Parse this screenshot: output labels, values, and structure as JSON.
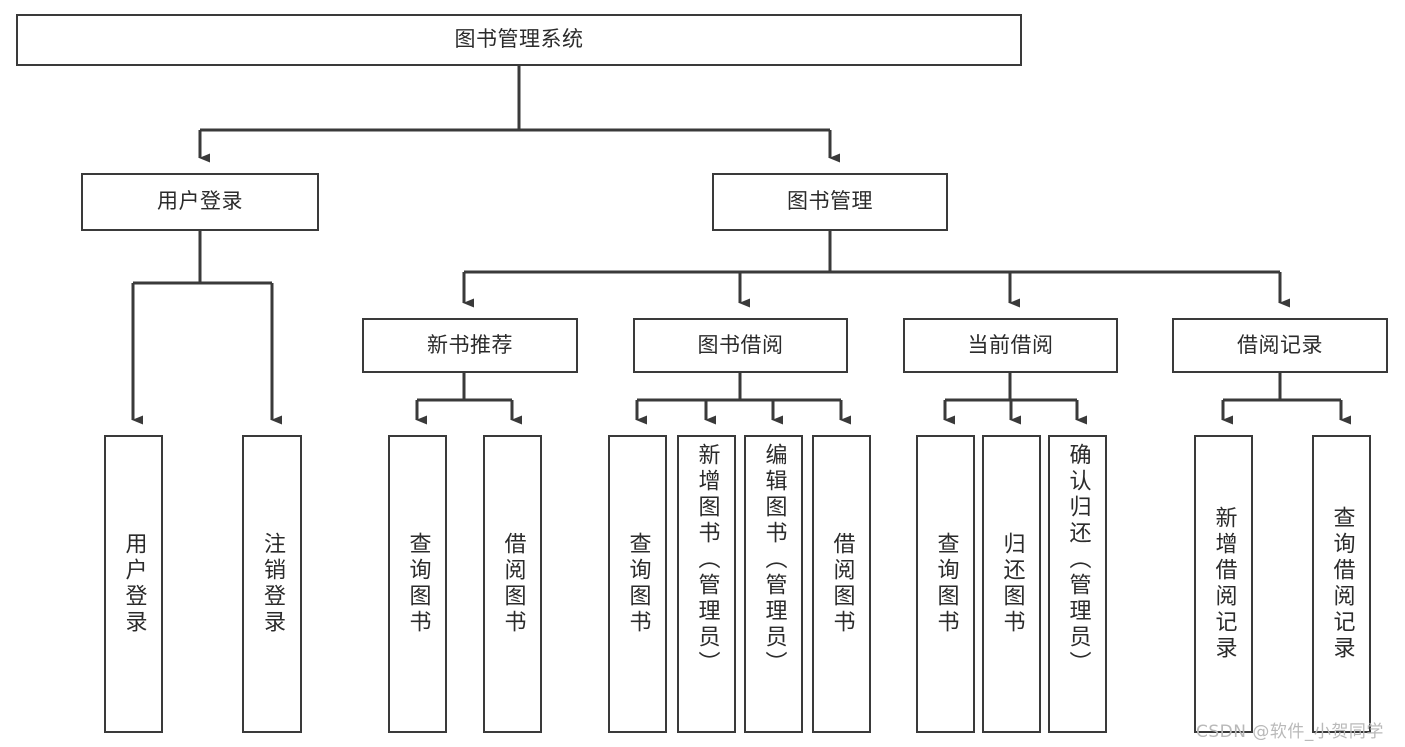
{
  "diagram": {
    "type": "tree",
    "title": "图书管理系统",
    "orientation": "top-down",
    "root": {
      "label": "图书管理系统"
    },
    "level1": [
      {
        "label": "用户登录"
      },
      {
        "label": "图书管理"
      }
    ],
    "level2": [
      {
        "label": "新书推荐"
      },
      {
        "label": "图书借阅"
      },
      {
        "label": "当前借阅"
      },
      {
        "label": "借阅记录"
      }
    ],
    "leaves": {
      "user_login": [
        {
          "label": "用户登录"
        },
        {
          "label": "注销登录"
        }
      ],
      "new_book_recommend": [
        {
          "label": "查询图书"
        },
        {
          "label": "借阅图书"
        }
      ],
      "book_borrow": [
        {
          "label": "查询图书"
        },
        {
          "label": "新增图书（管理员）"
        },
        {
          "label": "编辑图书（管理员）"
        },
        {
          "label": "借阅图书"
        }
      ],
      "current_borrow": [
        {
          "label": "查询图书"
        },
        {
          "label": "归还图书"
        },
        {
          "label": "确认归还（管理员）"
        }
      ],
      "borrow_record": [
        {
          "label": "新增借阅记录"
        },
        {
          "label": "查询借阅记录"
        }
      ]
    }
  },
  "watermark": {
    "text": "CSDN @软件_小贺同学"
  },
  "colors": {
    "stroke": "#3a3a3a",
    "background": "#ffffff",
    "text": "#2b2b2b",
    "watermark": "#b9b9b9"
  }
}
